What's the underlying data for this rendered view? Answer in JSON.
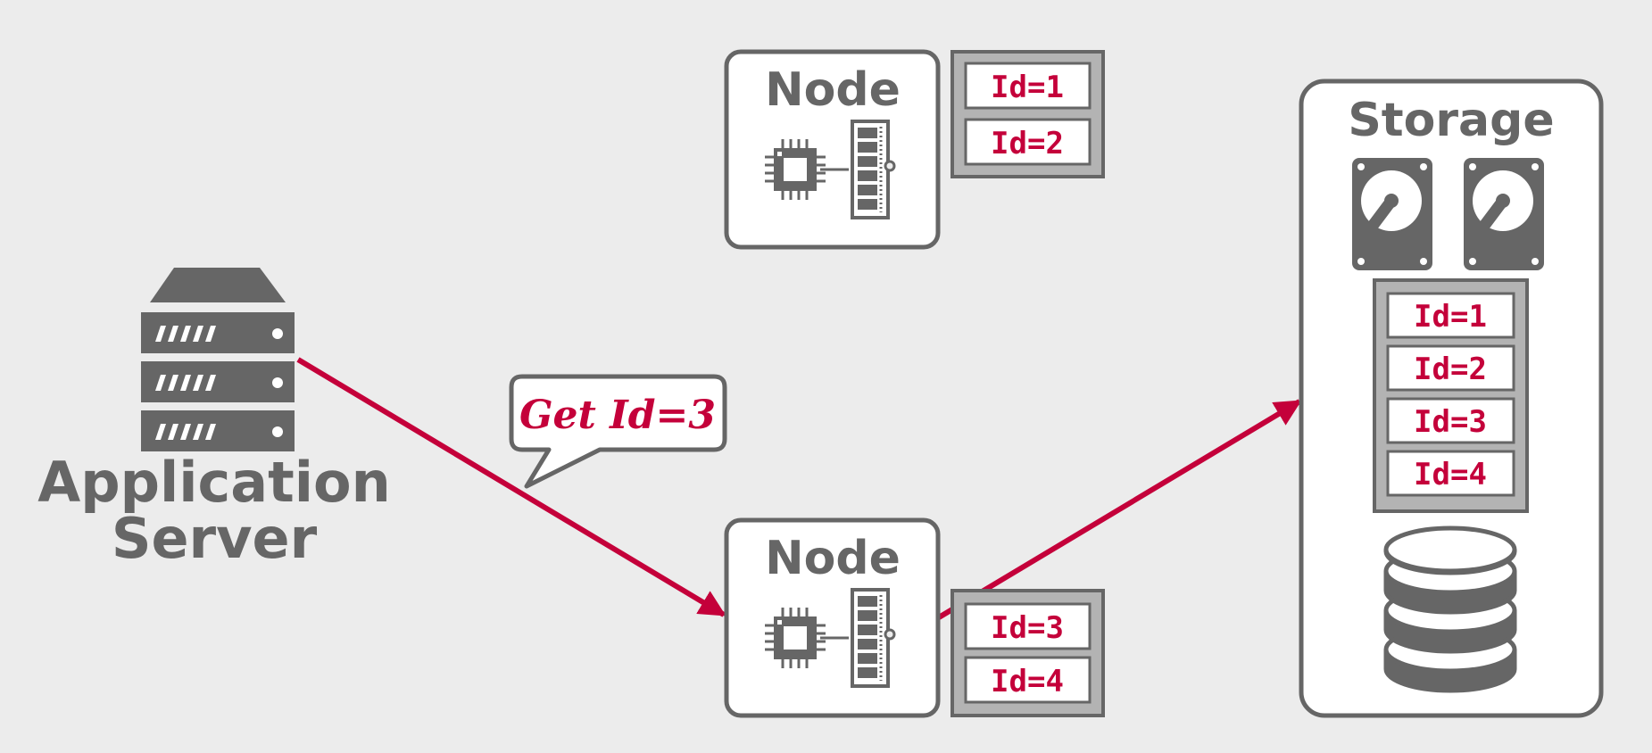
{
  "colors": {
    "background": "#ececec",
    "gray": "#666666",
    "accent": "#c4003a",
    "box_fill": "#ffffff",
    "record_frame": "#b3b3b3"
  },
  "app_server": {
    "label_line1": "Application",
    "label_line2": "Server",
    "icon": "server-rack-icon"
  },
  "request": {
    "text": "Get Id=3"
  },
  "node_top": {
    "title": "Node",
    "icons": [
      "cpu-icon",
      "memory-stick-icon"
    ],
    "records": [
      "Id=1",
      "Id=2"
    ]
  },
  "node_bottom": {
    "title": "Node",
    "icons": [
      "cpu-icon",
      "memory-stick-icon"
    ],
    "records": [
      "Id=3",
      "Id=4"
    ]
  },
  "storage": {
    "title": "Storage",
    "icons": [
      "hard-drive-icon",
      "hard-drive-icon",
      "database-icon"
    ],
    "records": [
      "Id=1",
      "Id=2",
      "Id=3",
      "Id=4"
    ]
  }
}
